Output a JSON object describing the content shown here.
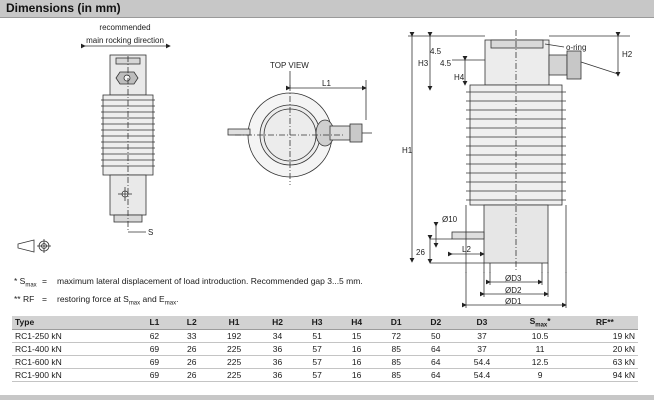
{
  "header": {
    "title": "Dimensions (in mm)"
  },
  "drawing": {
    "side_label_1": "recommended",
    "side_label_2": "main rocking direction",
    "top_view": "TOP VIEW",
    "dims": {
      "L1": "L1",
      "L2": "L2",
      "H1": "H1",
      "H2": "H2",
      "H3": "H3",
      "H4": "H4",
      "D1": "ØD1",
      "D2": "ØD2",
      "D3": "ØD3",
      "d10": "Ø10",
      "v45a": "4.5",
      "v45b": "4.5",
      "v26": "26",
      "S": "S",
      "oring": "o-ring"
    }
  },
  "notes": [
    {
      "sym": "*  S",
      "sub": "max",
      "eq": "=",
      "text": "maximum lateral displacement of load introduction. Recommended gap 3...5 mm."
    },
    {
      "sym": "** RF",
      "sub": "",
      "eq": "=",
      "text_1": "restoring force at S",
      "sub_1": "max",
      "text_2": " and E",
      "sub_2": "max",
      "text_3": "."
    }
  ],
  "table": {
    "headers": [
      "Type",
      "L1",
      "L2",
      "H1",
      "H2",
      "H3",
      "H4",
      "D1",
      "D2",
      "D3",
      "S",
      "RF**"
    ],
    "smax_sub": "max",
    "smax_star": "*",
    "rows": [
      [
        "RC1-250 kN",
        "62",
        "33",
        "192",
        "34",
        "51",
        "15",
        "72",
        "50",
        "37",
        "10.5",
        "19 kN"
      ],
      [
        "RC1-400 kN",
        "69",
        "26",
        "225",
        "36",
        "57",
        "16",
        "85",
        "64",
        "37",
        "11",
        "20 kN"
      ],
      [
        "RC1-600 kN",
        "69",
        "26",
        "225",
        "36",
        "57",
        "16",
        "85",
        "64",
        "54.4",
        "12.5",
        "63 kN"
      ],
      [
        "RC1-900 kN",
        "69",
        "26",
        "225",
        "36",
        "57",
        "16",
        "85",
        "64",
        "54.4",
        "9",
        "94 kN"
      ]
    ]
  }
}
